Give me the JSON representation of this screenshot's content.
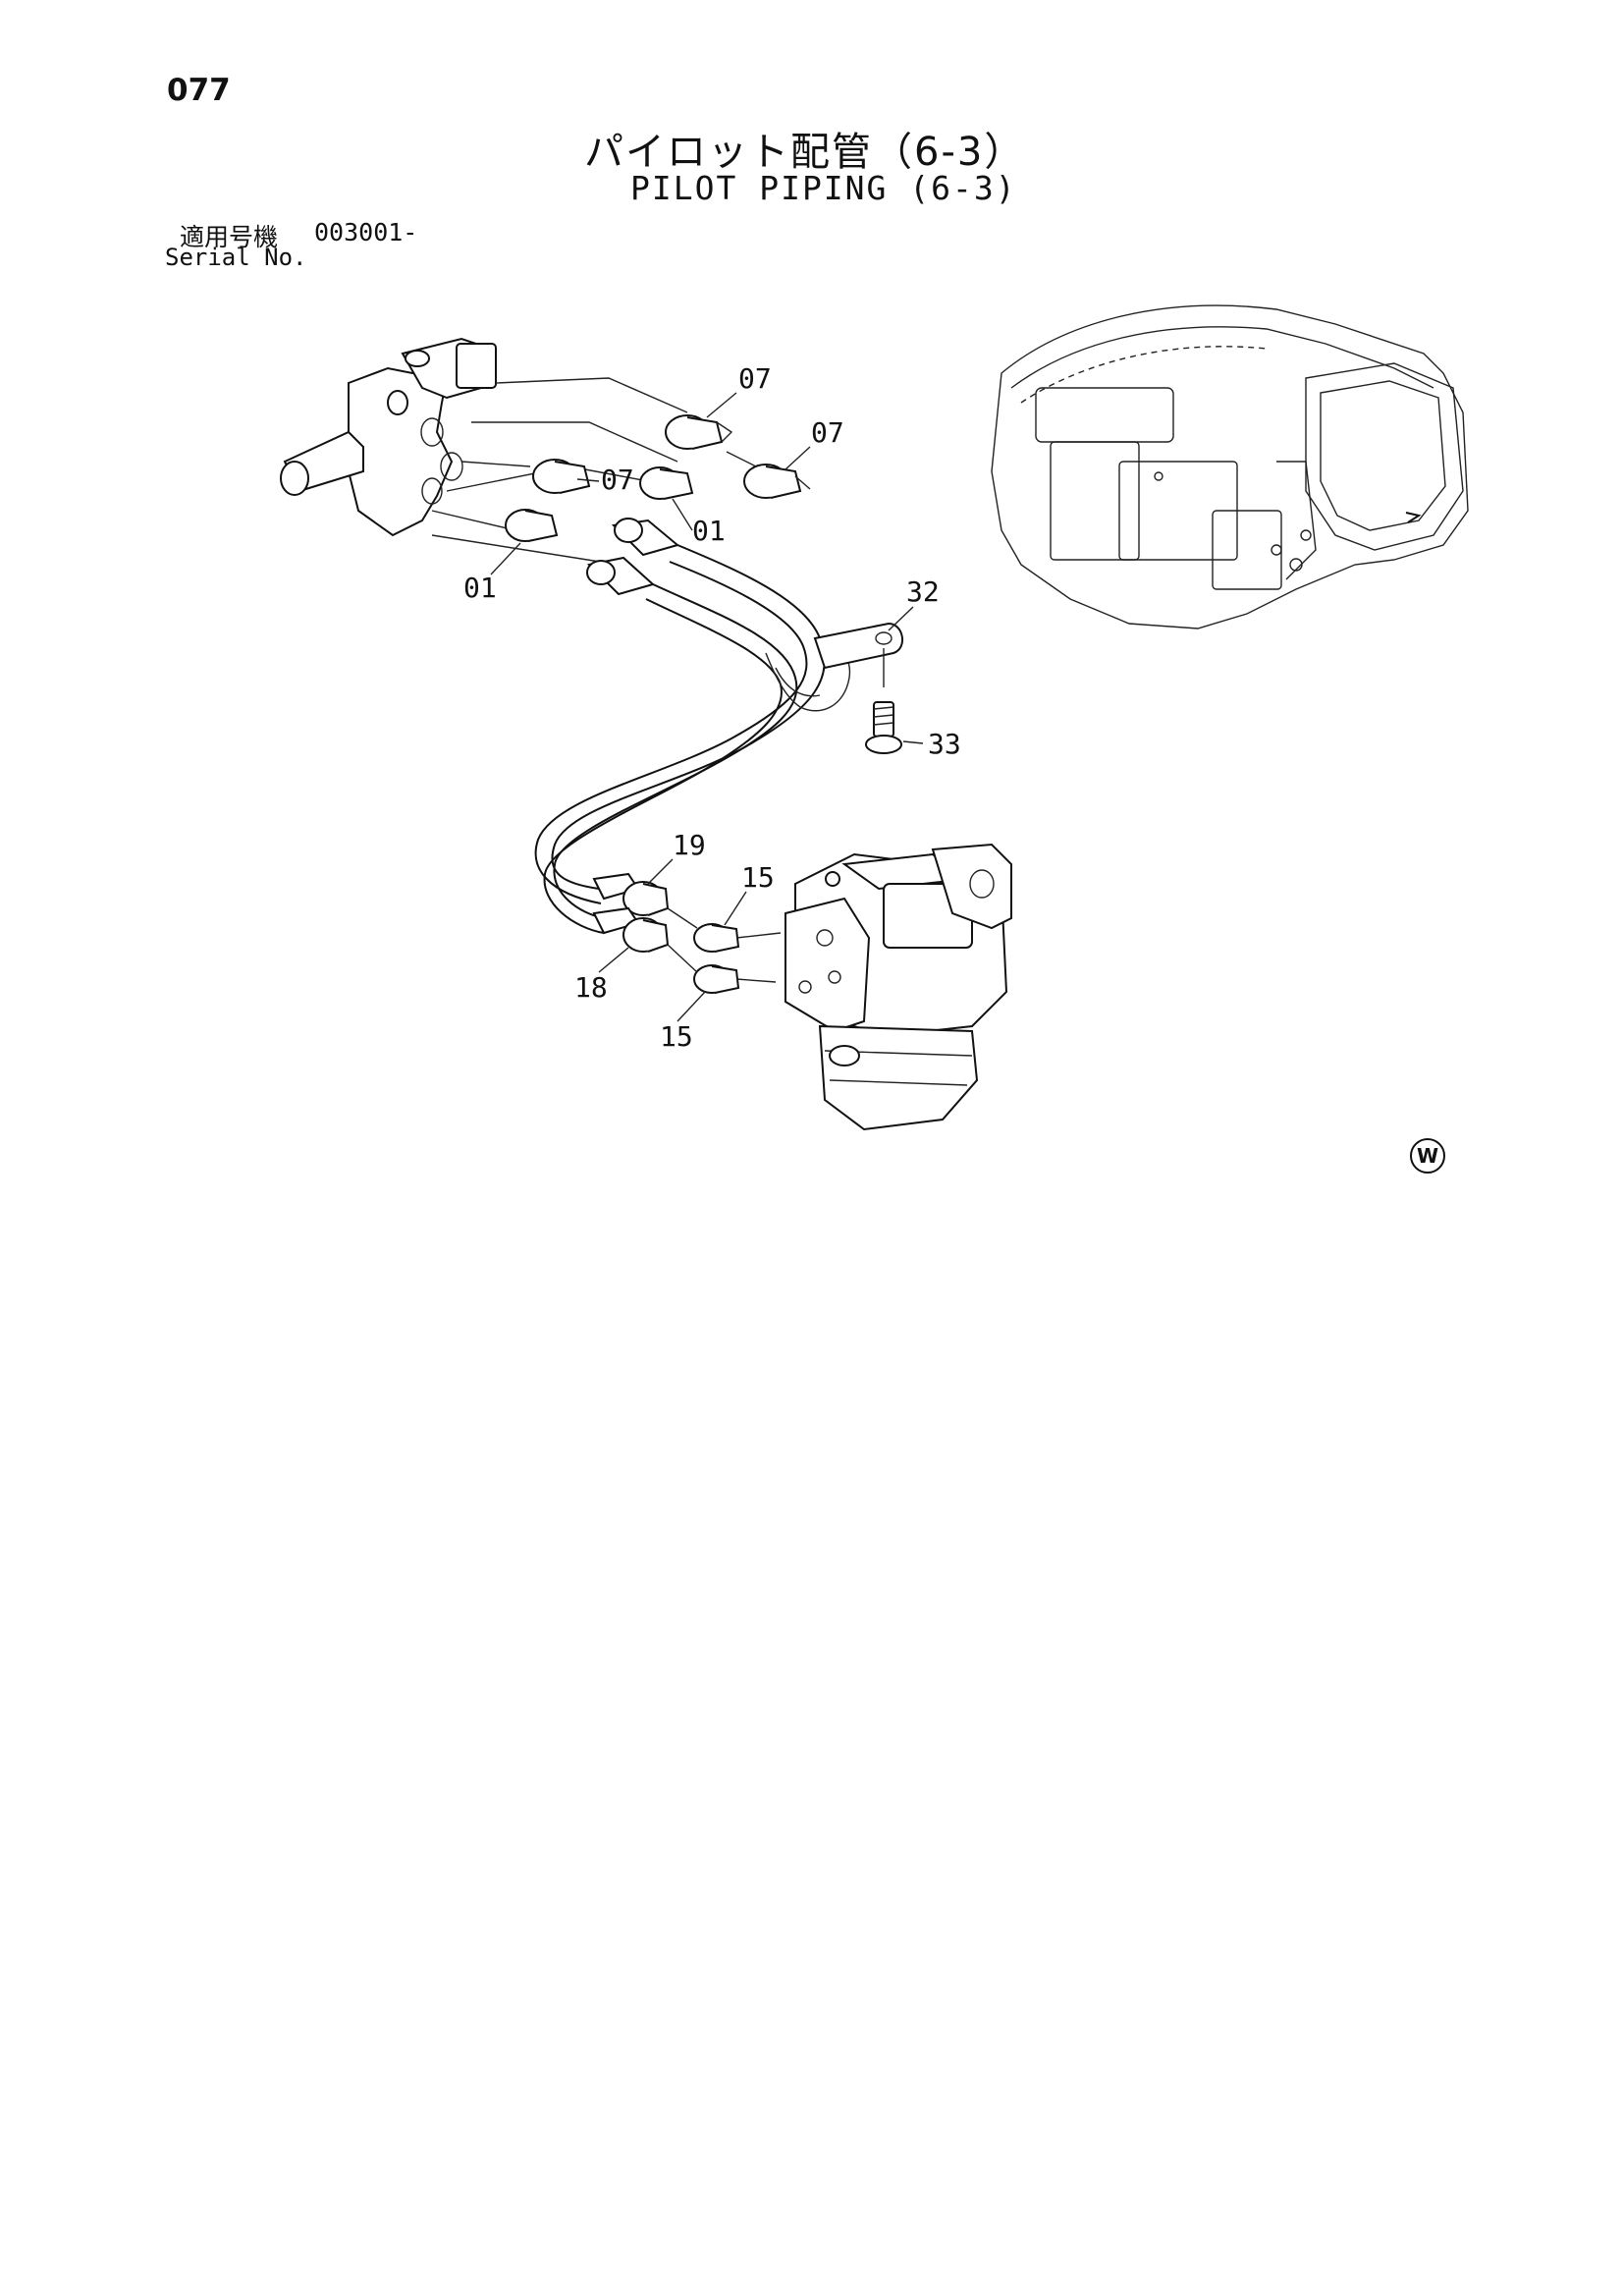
{
  "page": {
    "number": "077",
    "title_jp": "パイロット配管（6-3）",
    "title_en": "PILOT PIPING (6-3)"
  },
  "serial": {
    "label_jp": "適用号機",
    "value": "003001-",
    "label_en": "Serial No."
  },
  "part_labels": {
    "l1": "07",
    "l2": "07",
    "l3": "07",
    "l4": "01",
    "l5": "01",
    "l6": "32",
    "l7": "33",
    "l8": "19",
    "l9": "15",
    "l10": "18",
    "l11": "15"
  },
  "mark": "W"
}
